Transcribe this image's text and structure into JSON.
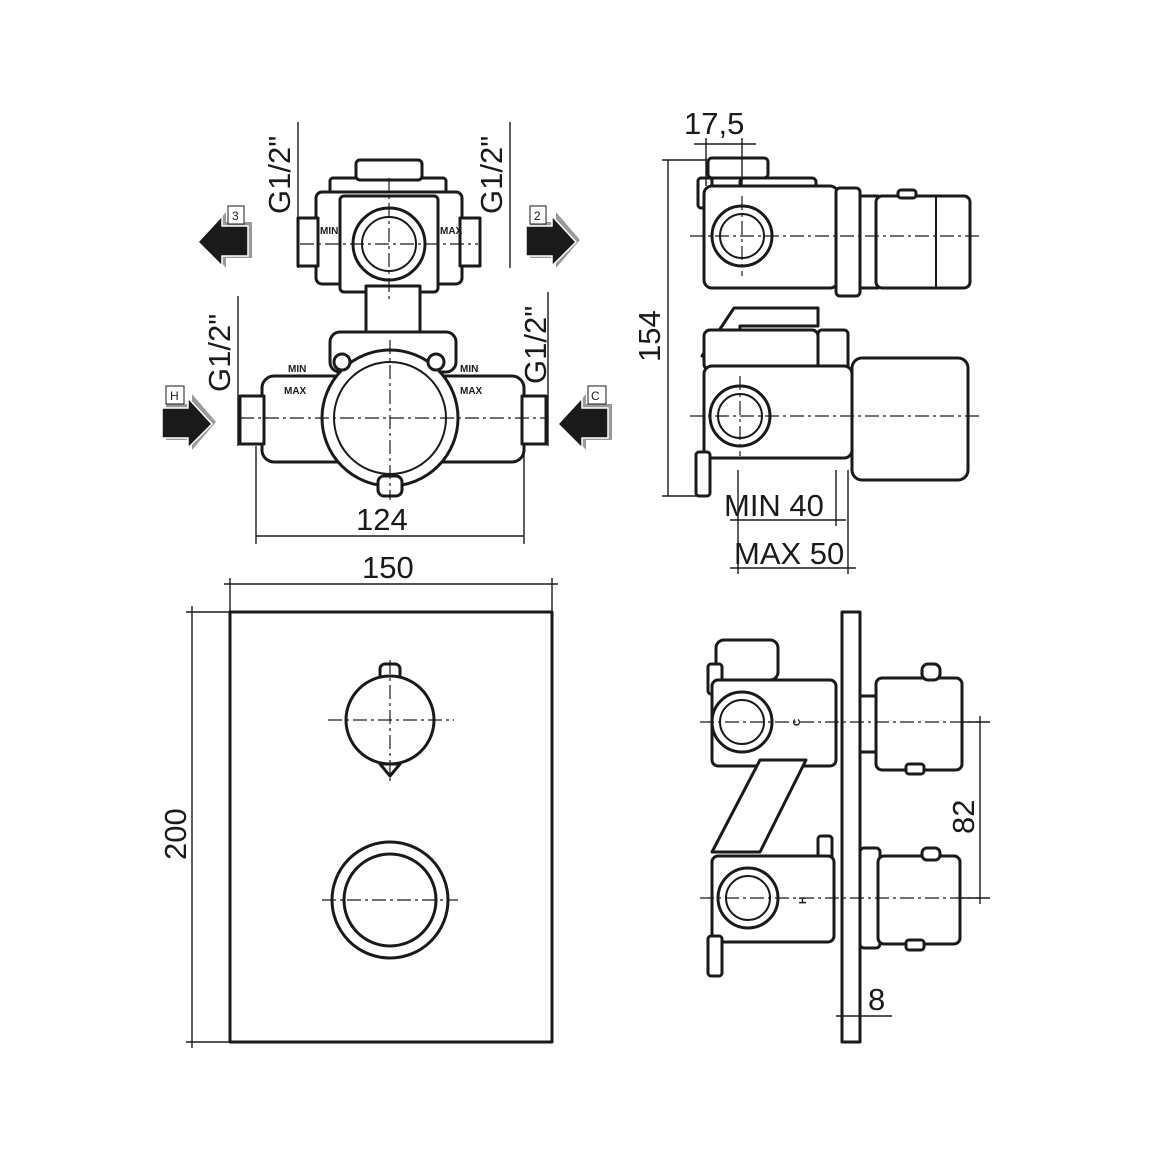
{
  "dimensions": {
    "pipe_thread": "G1/2\"",
    "top_view_width": "124",
    "side_depth_offset": "17,5",
    "side_height": "154",
    "min_depth": "MIN 40",
    "max_depth": "MAX 50",
    "plate_width": "150",
    "plate_height": "200",
    "handle_spacing": "82",
    "plate_thickness": "8"
  },
  "port_labels": {
    "outlet_left": "3",
    "outlet_right": "2",
    "inlet_hot": "H",
    "inlet_cold": "C"
  },
  "body_markings": {
    "min": "MIN",
    "max": "MAX",
    "c": "C",
    "h": "H"
  },
  "colors": {
    "line": "#1a1a1a",
    "background": "#ffffff"
  }
}
